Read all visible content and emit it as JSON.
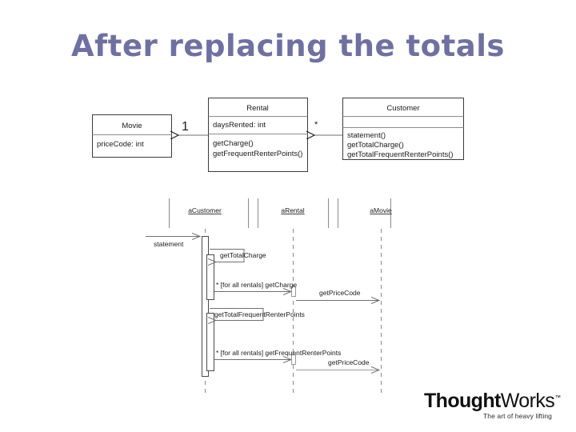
{
  "slide": {
    "title": "After replacing the totals",
    "title_color": "#6f70a2",
    "background": "#ffffff"
  },
  "class_diagram": {
    "name": "uml-class-diagram",
    "classes": [
      {
        "id": "movie",
        "name": "Movie",
        "attributes": [
          "priceCode: int"
        ],
        "operations": []
      },
      {
        "id": "rental",
        "name": "Rental",
        "attributes": [
          "daysRented: int"
        ],
        "operations": [
          "getCharge()",
          "getFrequentRenterPoints()"
        ]
      },
      {
        "id": "customer",
        "name": "Customer",
        "attributes": [],
        "operations": [
          "statement()",
          "getTotalCharge()",
          "getTotalFrequentRenterPoints()"
        ]
      }
    ],
    "associations": [
      {
        "id": "rental-movie",
        "from": "rental",
        "to": "movie",
        "multiplicity": "1"
      },
      {
        "id": "customer-rental",
        "from": "customer",
        "to": "rental",
        "multiplicity": "*"
      }
    ]
  },
  "sequence_diagram": {
    "name": "uml-sequence-diagram",
    "lifelines": [
      {
        "id": "acustomer",
        "label": "aCustomer"
      },
      {
        "id": "arental",
        "label": "aRental"
      },
      {
        "id": "amovie",
        "label": "aMovie"
      }
    ],
    "messages": [
      {
        "id": "m1",
        "label": "statement",
        "from": "actor",
        "to": "acustomer"
      },
      {
        "id": "m2",
        "label": "getTotalCharge",
        "from": "acustomer",
        "to": "acustomer",
        "self": true
      },
      {
        "id": "m3",
        "label": "* [for all rentals] getCharge",
        "from": "acustomer",
        "to": "arental"
      },
      {
        "id": "m4",
        "label": "getPriceCode",
        "from": "arental",
        "to": "amovie"
      },
      {
        "id": "m5",
        "label": "getTotalFrequentRenterPoints",
        "from": "acustomer",
        "to": "acustomer",
        "self": true
      },
      {
        "id": "m6",
        "label": "* [for all rentals] getFrequentRenterPoints",
        "from": "acustomer",
        "to": "arental"
      },
      {
        "id": "m7",
        "label": "getPriceCode",
        "from": "arental",
        "to": "amovie"
      }
    ]
  },
  "logo": {
    "name": "thoughtworks-logo",
    "word_bold": "Thought",
    "word_light": "Works",
    "trademark": "™",
    "tagline": "The art of heavy lifting"
  }
}
